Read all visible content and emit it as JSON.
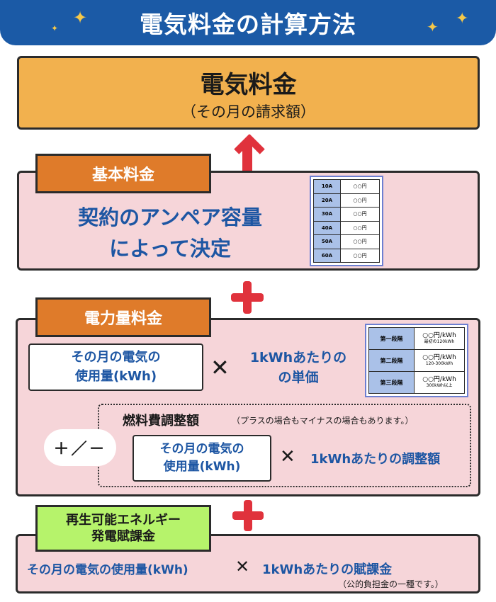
{
  "header": {
    "title": "電気料金の計算方法"
  },
  "result": {
    "title": "電気料金",
    "subtitle": "（その月の請求額）"
  },
  "basic": {
    "tab": "基本料金",
    "line1": "契約のアンペア容量",
    "line2": "によって決定",
    "amp_rows": [
      {
        "amp": "10A",
        "price": "○○円"
      },
      {
        "amp": "20A",
        "price": "○○円"
      },
      {
        "amp": "30A",
        "price": "○○円"
      },
      {
        "amp": "40A",
        "price": "○○円"
      },
      {
        "amp": "50A",
        "price": "○○円"
      },
      {
        "amp": "60A",
        "price": "○○円"
      }
    ]
  },
  "energy": {
    "tab": "電力量料金",
    "usage_line1": "その月の電気の",
    "usage_line2": "使用量(kWh)",
    "times": "✕",
    "unit_line1": "1kWhあたりの",
    "unit_line2": "の単価",
    "tiers": [
      {
        "label": "第一段階",
        "price": "○○円/kWh",
        "note": "最初の120kWh"
      },
      {
        "label": "第二段階",
        "price": "○○円/kWh",
        "note": "120-300kWh"
      },
      {
        "label": "第三段階",
        "price": "○○円/kWh",
        "note": "300kWh以上"
      }
    ],
    "pm": "＋／－",
    "fuel_title": "燃料費調整額",
    "fuel_note": "（プラスの場合もマイナスの場合もあります。）",
    "fuel_usage_line1": "その月の電気の",
    "fuel_usage_line2": "使用量(kWh)",
    "fuel_unit": "1kWhあたりの調整額"
  },
  "renew": {
    "tab_line1": "再生可能エネルギー",
    "tab_line2": "発電賦課金",
    "usage": "その月の電気の使用量(kWh)",
    "times": "✕",
    "unit": "1kWhあたりの賦課金",
    "note": "（公的負担金の一種です。）"
  },
  "colors": {
    "header": "#1b5aa6",
    "result_bg": "#f2b14e",
    "panel_bg": "#f6d5d9",
    "tab_orange": "#df7b2a",
    "tab_green": "#b6f36b",
    "accent_red": "#e0323c",
    "text_blue": "#1d56a3"
  }
}
